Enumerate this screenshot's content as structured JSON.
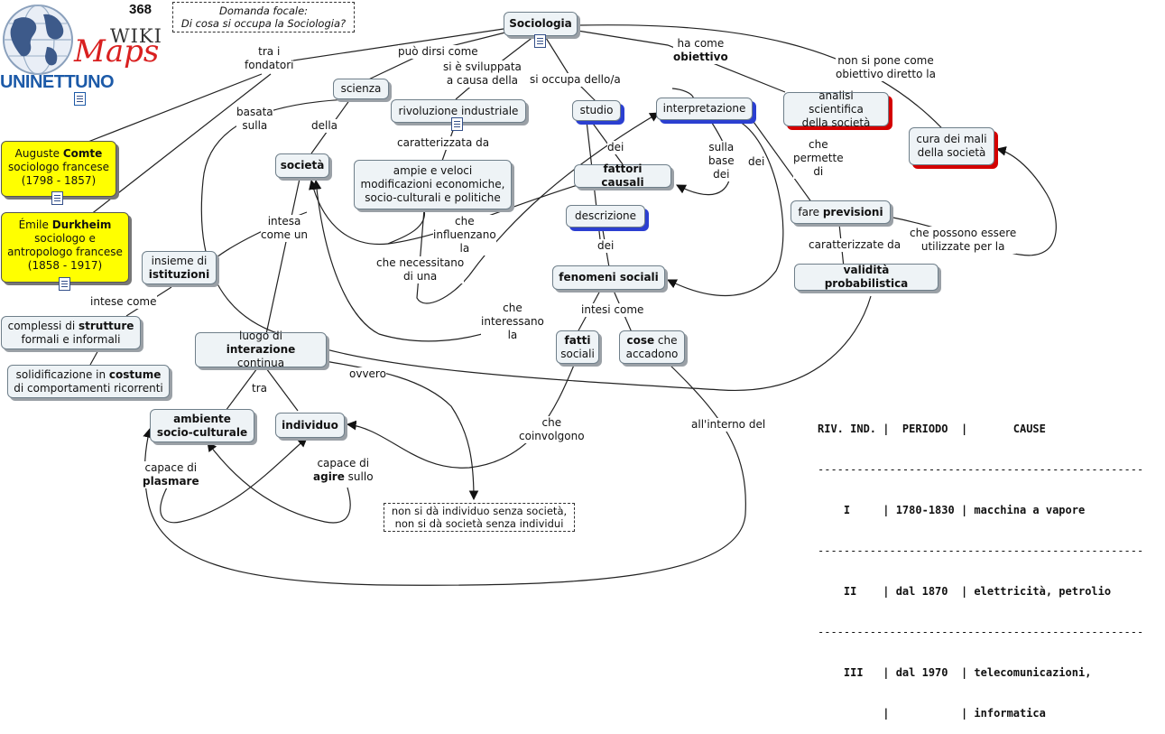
{
  "page_number": "368",
  "logo": {
    "wiki": "WIKI",
    "maps": "Maps",
    "uninettuno": "UNINETTUNO"
  },
  "focal": {
    "line1": "Domanda focale:",
    "line2": "Di cosa si occupa la Sociologia?"
  },
  "nodes": {
    "sociologia": "Sociologia",
    "scienza": "scienza",
    "rivoluzione": "rivoluzione industriale",
    "studio": "studio",
    "interpretazione": "interpretazione",
    "analisi_1": "analisi scientifica",
    "analisi_2": "della società",
    "cura_1": "cura dei mali",
    "cura_2": "della società",
    "comte_1a": "Auguste ",
    "comte_1b": "Comte",
    "comte_2": "sociologo francese",
    "comte_3": "(1798 - 1857)",
    "durkheim_1a": "Émile ",
    "durkheim_1b": "Durkheim",
    "durkheim_2": "sociologo e",
    "durkheim_3": "antropologo francese",
    "durkheim_4": "(1858 - 1917)",
    "societa": "società",
    "ampie_1": "ampie e veloci",
    "ampie_2": "modificazioni economiche,",
    "ampie_3": "socio-culturali e politiche",
    "fattori": "fattori causali",
    "descrizione": "descrizione",
    "fare_a": "fare ",
    "fare_b": "previsioni",
    "validita": "validità probabilistica",
    "fenomeni": "fenomeni sociali",
    "insieme_1": "insieme di",
    "insieme_2": "istituzioni",
    "complessi_1a": "complessi di ",
    "complessi_1b": "strutture",
    "complessi_2": "formali e informali",
    "solid_1a": "solidificazione in ",
    "solid_1b": "costume",
    "solid_2": "di comportamenti ricorrenti",
    "luogo_1": "luogo di",
    "luogo_2a": "interazione",
    "luogo_2b": " continua",
    "fatti_1": "fatti",
    "fatti_2": "sociali",
    "cose_a": "cose",
    "cose_b": " che",
    "cose_2": "accadono",
    "ambiente_1": "ambiente",
    "ambiente_2": "socio-culturale",
    "individuo": "individuo",
    "nonsida_1": "non si dà individuo senza società,",
    "nonsida_2": "non si dà società senza individui"
  },
  "labels": {
    "tra_i_fondatori_1": "tra i",
    "tra_i_fondatori_2": "fondatori",
    "puo_dirsi": "può dirsi come",
    "si_e_sviluppata_1": "si è sviluppata",
    "si_e_sviluppata_2": "a causa della",
    "si_occupa": "si occupa dello/a",
    "ha_come_1": "ha come",
    "ha_come_2": "obiettivo",
    "non_si_pone_1": "non si pone come",
    "non_si_pone_2": "obiettivo diretto la",
    "basata_1": "basata",
    "basata_2": "sulla",
    "della": "della",
    "caratterizzata": "caratterizzata da",
    "dei_1": "dei",
    "sulla_base_1": "sulla",
    "sulla_base_2": "base",
    "sulla_base_3": "dei",
    "dei_2": "dei",
    "che_permette_1": "che",
    "che_permette_2": "permette",
    "che_permette_3": "di",
    "intesa_1": "intesa",
    "intesa_2": "come un",
    "che_influenzano_1": "che",
    "che_influenzano_2": "influenzano",
    "che_influenzano_3": "la",
    "che_necessitano_1": "che necessitano",
    "che_necessitano_2": "di una",
    "dei_3": "dei",
    "caratterizzate": "caratterizzate da",
    "che_possono_1": "che possono essere",
    "che_possono_2": "utilizzate per la",
    "intese_come": "intese come",
    "che_interessano_1": "che",
    "che_interessano_2": "interessano",
    "che_interessano_3": "la",
    "intesi_come": "intesi come",
    "ovvero": "ovvero",
    "tra": "tra",
    "che_coinvolgono_1": "che",
    "che_coinvolgono_2": "coinvolgono",
    "all_interno": "all'interno del",
    "capace_plasmare_1": "capace di",
    "capace_plasmare_2": "plasmare",
    "capace_agire_1": "capace di",
    "capace_agire_2a": "agire",
    "capace_agire_2b": " sullo"
  },
  "table": {
    "header": "RIV. IND. |  PERIODO  |       CAUSE",
    "separator": "--------------------------------------------------",
    "rows": [
      "    I     | 1780-1830 | macchina a vapore",
      "    II    | dal 1870  | elettricità, petrolio",
      "    III   | dal 1970  | telecomunicazioni,",
      "          |           | informatica"
    ]
  }
}
